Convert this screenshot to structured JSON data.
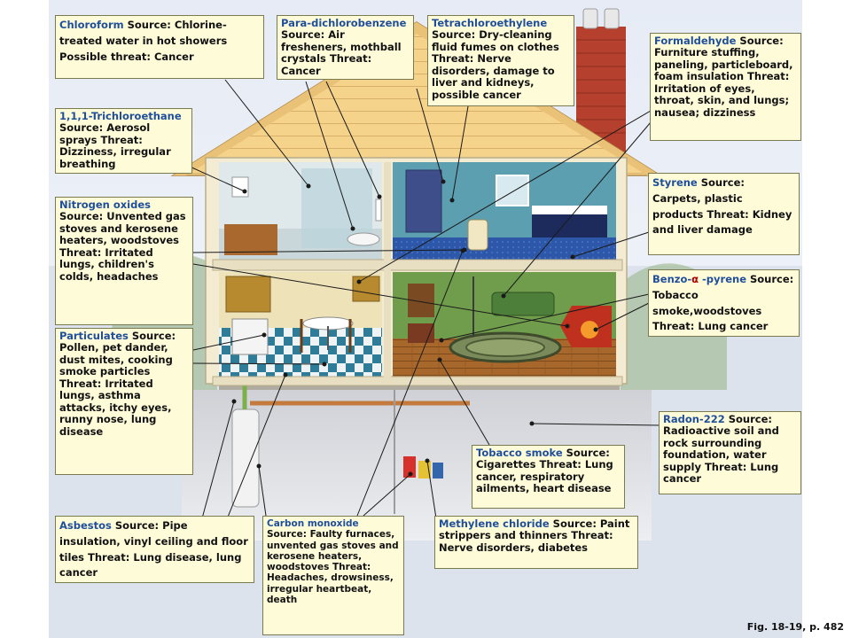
{
  "callouts": {
    "chloroform": {
      "name": "Chloroform",
      "text": " Source: Chlorine-treated water in hot showers Possible threat: Cancer"
    },
    "paradichlorobenzene": {
      "name": "Para-dichlorobenzene",
      "text": " Source: Air fresheners, mothball crystals Threat: Cancer"
    },
    "tetrachloroethylene": {
      "name": "Tetrachloroethylene",
      "text": " Source: Dry-cleaning fluid fumes on clothes Threat: Nerve disorders, damage to liver and kidneys, possible cancer"
    },
    "formaldehyde": {
      "name": "Formaldehyde",
      "text": " Source: Furniture stuffing, paneling, particleboard, foam insulation Threat: Irritation of eyes, throat, skin, and lungs; nausea; dizziness"
    },
    "trichloroethane": {
      "name": "1,1,1-Trichloroethane",
      "text": " Source: Aerosol sprays Threat: Dizziness, irregular breathing"
    },
    "nitrogen_oxides": {
      "name": "Nitrogen oxides",
      "text": " Source: Unvented gas stoves and kerosene heaters, woodstoves Threat: Irritated lungs, children's colds, headaches"
    },
    "styrene": {
      "name": "Styrene",
      "text": " Source: Carpets, plastic products Threat: Kidney and liver damage"
    },
    "benzo_pyrene": {
      "name_start": "Benzo-",
      "alpha": "α",
      "name_end": " -pyrene",
      "text": " Source: Tobacco smoke,woodstoves Threat: Lung cancer"
    },
    "particulates": {
      "name": "Particulates",
      "text": " Source: Pollen, pet dander, dust mites, cooking smoke particles Threat: Irritated lungs, asthma attacks, itchy eyes, runny nose, lung disease"
    },
    "radon": {
      "name": "Radon-222",
      "text": " Source: Radioactive soil and rock surrounding foundation, water supply Threat: Lung cancer"
    },
    "tobacco_smoke": {
      "name": "Tobacco smoke",
      "text": " Source: Cigarettes Threat: Lung cancer, respiratory ailments, heart disease"
    },
    "asbestos": {
      "name": "Asbestos",
      "text": " Source: Pipe insulation, vinyl ceiling and floor tiles Threat: Lung disease, lung cancer"
    },
    "carbon_monoxide": {
      "name": "Carbon monoxide",
      "text": " Source: Faulty furnaces, unvented gas stoves and kerosene heaters, woodstoves Threat: Headaches, drowsiness, irregular heartbeat, death"
    },
    "methylene_chloride": {
      "name": "Methylene chloride",
      "text": " Source: Paint strippers and thinners Threat: Nerve disorders, diabetes"
    }
  },
  "figure_label": "Fig. 18-19, p. 482",
  "colors": {
    "callout_bg": "#fefbd9",
    "name_text": "#1f4f9a",
    "roof": "#f5d38a",
    "siding": "#f3ebd2",
    "chimney": "#b5402e",
    "sky_gradient": "#cfd8ea"
  }
}
